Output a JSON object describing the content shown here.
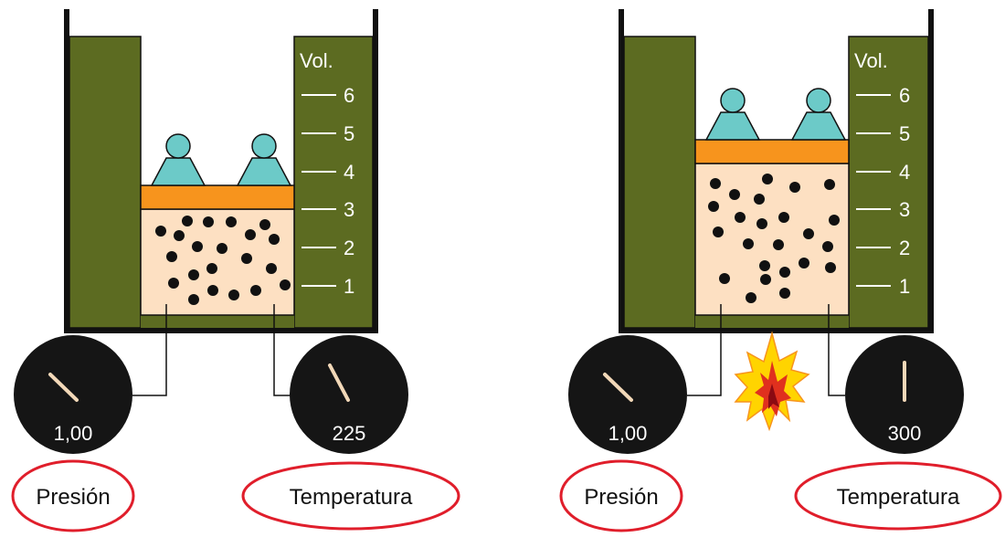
{
  "colors": {
    "container": "#5c6b21",
    "gas": "#fde0c2",
    "piston": "#f7941d",
    "weight": "#6ccac8",
    "particle": "#111111",
    "gauge": "#151515",
    "needle": "#f2d8b8",
    "circle": "#e01e2b"
  },
  "scale": {
    "title": "Vol.",
    "ticks": [
      "6",
      "5",
      "4",
      "3",
      "2",
      "1"
    ]
  },
  "panels": [
    {
      "id": "left",
      "volume_level": 3,
      "weights": 2,
      "pressure": {
        "label": "Presión",
        "value": "1,00"
      },
      "temperature": {
        "label": "Temperatura",
        "value": "225"
      },
      "flame": false
    },
    {
      "id": "right",
      "volume_level": 4,
      "weights": 2,
      "pressure": {
        "label": "Presión",
        "value": "1,00"
      },
      "temperature": {
        "label": "Temperatura",
        "value": "300"
      },
      "flame": true
    }
  ]
}
